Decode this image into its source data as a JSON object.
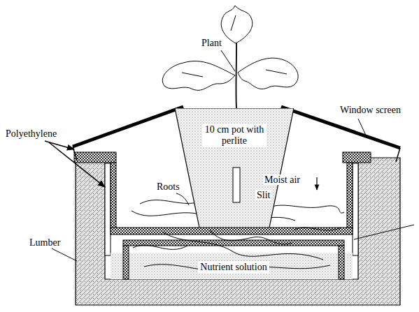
{
  "diagram": {
    "nodes": [
      {
        "text": [
          "10 cm pot with perlite"
        ]
      },
      {
        "text": [
          "Nutrient solution"
        ]
      }
    ],
    "labels": [
      "Plant",
      "Window screen",
      "Polyethylene",
      "Moist air",
      "Roots",
      "Slit",
      "Lumber"
    ]
  }
}
